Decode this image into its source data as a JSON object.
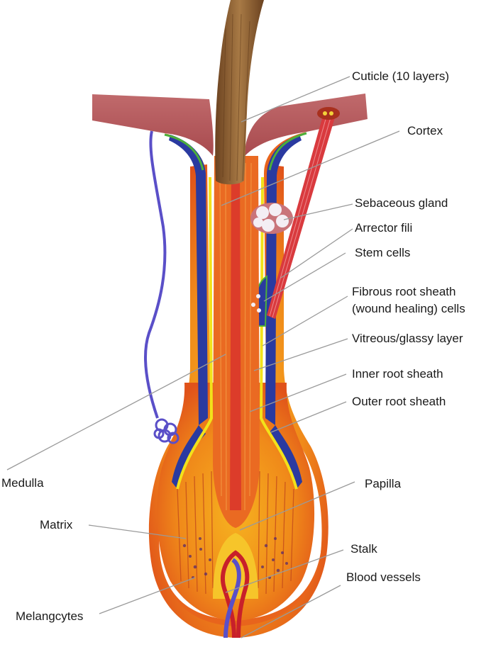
{
  "labels": {
    "cuticle": "Cuticle (10 layers)",
    "cortex": "Cortex",
    "sebaceous_gland": "Sebaceous gland",
    "arrector_fili": "Arrector fili",
    "stem_cells": "Stem cells",
    "fibrous_root_sheath_1": "Fibrous root sheath",
    "fibrous_root_sheath_2": "(wound healing) cells",
    "vitreous_layer": "Vitreous/glassy layer",
    "inner_root_sheath": "Inner root sheath",
    "outer_root_sheath": "Outer root sheath",
    "medulla": "Medulla",
    "papilla": "Papilla",
    "matrix": "Matrix",
    "stalk": "Stalk",
    "blood_vessels": "Blood vessels",
    "melanocytes": "Melangcytes"
  },
  "colors": {
    "skin": "#b9555a",
    "outer_sheath": "#e8641c",
    "bulb": "#f39a1e",
    "vitreous": "#f2e21a",
    "inner_sheath_blue": "#2a3aa0",
    "green_layer": "#4caf3a",
    "hair_shaft": "#8a5a2c",
    "medulla": "#d9342b",
    "muscle": "#d93a3e",
    "vein": "#5a4fc8",
    "artery": "#c8202a",
    "leader_line": "#9a9a9a"
  }
}
